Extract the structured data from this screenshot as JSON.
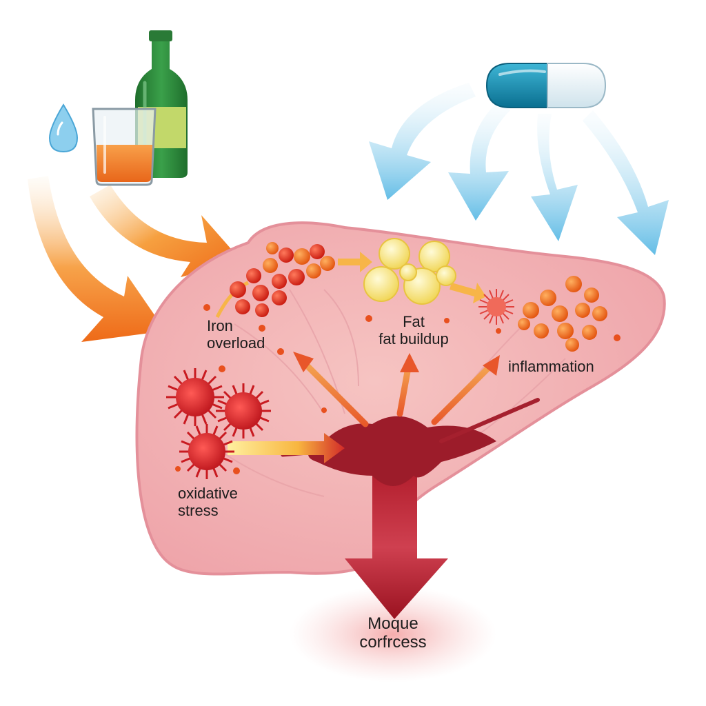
{
  "labels": {
    "iron_overload": [
      "Iron",
      "overload"
    ],
    "fat": [
      "Fat",
      "fat buildup"
    ],
    "inflammation": "inflammation",
    "oxidative_stress": [
      "oxidative",
      "stress"
    ],
    "bottom": [
      "Moque",
      "corfrcess"
    ]
  },
  "colors": {
    "liver": "#f2aeb0",
    "liver_outline": "#e58f97",
    "warm_arrow": "#f07a22",
    "cool_arrow": "#7cc6e8",
    "red_arrow": "#a11a28",
    "iron_cell": "#d8281c",
    "fat_cell": "#f6e27a",
    "virus": "#d8242a",
    "pill_teal": "#0f8bb0",
    "bottle_green": "#2e8b3c"
  },
  "icons": [
    "water-drop-icon",
    "bottle-icon",
    "glass-icon",
    "pill-icon",
    "virus-icon"
  ]
}
